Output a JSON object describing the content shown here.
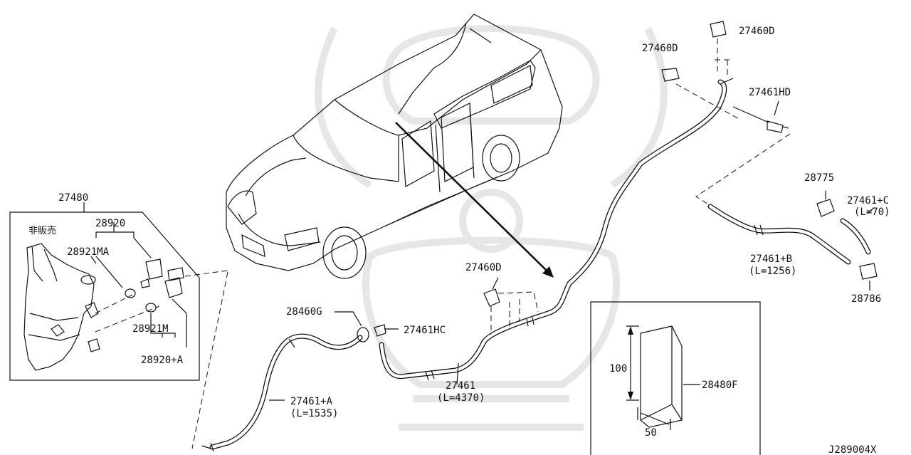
{
  "diagram": {
    "watermark_icon": "samurai-helmet-watermark",
    "ref_code": "J289004X",
    "colors": {
      "line": "#111111",
      "background": "#ffffff",
      "watermark": "#e6e6e6"
    },
    "labels": {
      "p27480": "27480",
      "p_not_sold": "非販売",
      "p28920": "28920",
      "p28921MA": "28921MA",
      "p28921M": "28921M",
      "p28920A": "28920+A",
      "p28460G": "28460G",
      "p27461HC": "27461HC",
      "p27461A": "27461+A",
      "p27461A_len": "(L=1535)",
      "p27461": "27461",
      "p27461_len": "(L=4370)",
      "p27460D_lower": "27460D",
      "p27460D_top_left": "27460D",
      "p27460D_top_right": "27460D",
      "p27461HD": "27461HD",
      "p28775": "28775",
      "p27461C": "27461+C",
      "p27461C_len": "(L=70)",
      "p27461B": "27461+B",
      "p27461B_len": "(L=1256)",
      "p28786": "28786",
      "p28480F": "28480F",
      "dim_height": "100",
      "dim_width": "50"
    }
  }
}
